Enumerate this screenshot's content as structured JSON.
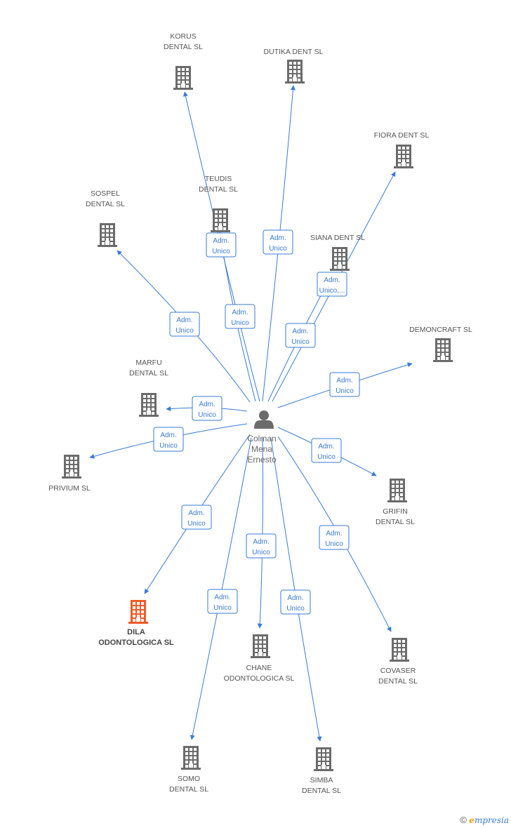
{
  "center": {
    "label_lines": [
      "Colman",
      "Mena",
      "Ernesto"
    ],
    "icon": "person-icon"
  },
  "colors": {
    "edge": "#3a7bd5",
    "building": "#6b6b6b",
    "highlight": "#f05a28"
  },
  "nodes": [
    {
      "id": "korus",
      "lines": [
        "KORUS",
        "DENTAL SL"
      ],
      "icon": "building-icon"
    },
    {
      "id": "dutika",
      "lines": [
        "DUTIKA DENT  SL"
      ],
      "icon": "building-icon"
    },
    {
      "id": "fiora",
      "lines": [
        "FIORA DENT SL"
      ],
      "icon": "building-icon"
    },
    {
      "id": "teudis",
      "lines": [
        "TEUDIS",
        "DENTAL SL"
      ],
      "icon": "building-icon"
    },
    {
      "id": "sospel",
      "lines": [
        "SOSPEL",
        "DENTAL SL"
      ],
      "icon": "building-icon"
    },
    {
      "id": "siana",
      "lines": [
        "SIANA DENT SL"
      ],
      "icon": "building-icon"
    },
    {
      "id": "demoncraft",
      "lines": [
        "DEMONCRAFT SL"
      ],
      "icon": "building-icon"
    },
    {
      "id": "marfu",
      "lines": [
        "MARFU",
        "DENTAL SL"
      ],
      "icon": "building-icon"
    },
    {
      "id": "privium",
      "lines": [
        "PRIVIUM SL"
      ],
      "icon": "building-icon"
    },
    {
      "id": "grifin",
      "lines": [
        "GRIFIN",
        "DENTAL SL"
      ],
      "icon": "building-icon"
    },
    {
      "id": "dila",
      "lines": [
        "DILA",
        "ODONTOLOGICA SL"
      ],
      "icon": "building-icon",
      "highlight": true
    },
    {
      "id": "chane",
      "lines": [
        "CHANE",
        "ODONTOLOGICA SL"
      ],
      "icon": "building-icon"
    },
    {
      "id": "covaser",
      "lines": [
        "COVASER",
        "DENTAL  SL"
      ],
      "icon": "building-icon"
    },
    {
      "id": "somo",
      "lines": [
        "SOMO",
        "DENTAL SL"
      ],
      "icon": "building-icon"
    },
    {
      "id": "simba",
      "lines": [
        "SIMBA",
        "DENTAL SL"
      ],
      "icon": "building-icon"
    }
  ],
  "edges": [
    {
      "target": "korus",
      "lines": [
        "Adm.",
        "Unico"
      ]
    },
    {
      "target": "dutika",
      "lines": [
        "Adm.",
        "Unico"
      ]
    },
    {
      "target": "fiora",
      "lines": [
        "Adm.",
        "Unico,..."
      ]
    },
    {
      "target": "teudis",
      "lines": [
        "Adm.",
        "Unico"
      ]
    },
    {
      "target": "sospel",
      "lines": [
        "Adm.",
        "Unico"
      ]
    },
    {
      "target": "siana",
      "lines": [
        "Adm.",
        "Unico"
      ]
    },
    {
      "target": "demoncraft",
      "lines": [
        "Adm.",
        "Unico"
      ]
    },
    {
      "target": "marfu",
      "lines": [
        "Adm.",
        "Unico"
      ]
    },
    {
      "target": "privium",
      "lines": [
        "Adm.",
        "Unico"
      ]
    },
    {
      "target": "grifin",
      "lines": [
        "Adm.",
        "Unico"
      ]
    },
    {
      "target": "dila",
      "lines": [
        "Adm.",
        "Unico"
      ]
    },
    {
      "target": "chane",
      "lines": [
        "Adm.",
        "Unico"
      ]
    },
    {
      "target": "covaser",
      "lines": [
        "Adm.",
        "Unico"
      ]
    },
    {
      "target": "somo",
      "lines": [
        "Adm.",
        "Unico"
      ]
    },
    {
      "target": "simba",
      "lines": [
        "Adm.",
        "Unico"
      ]
    }
  ],
  "footer": {
    "copyright": "©",
    "brand_initial": "e",
    "brand_rest": "mpresia"
  }
}
